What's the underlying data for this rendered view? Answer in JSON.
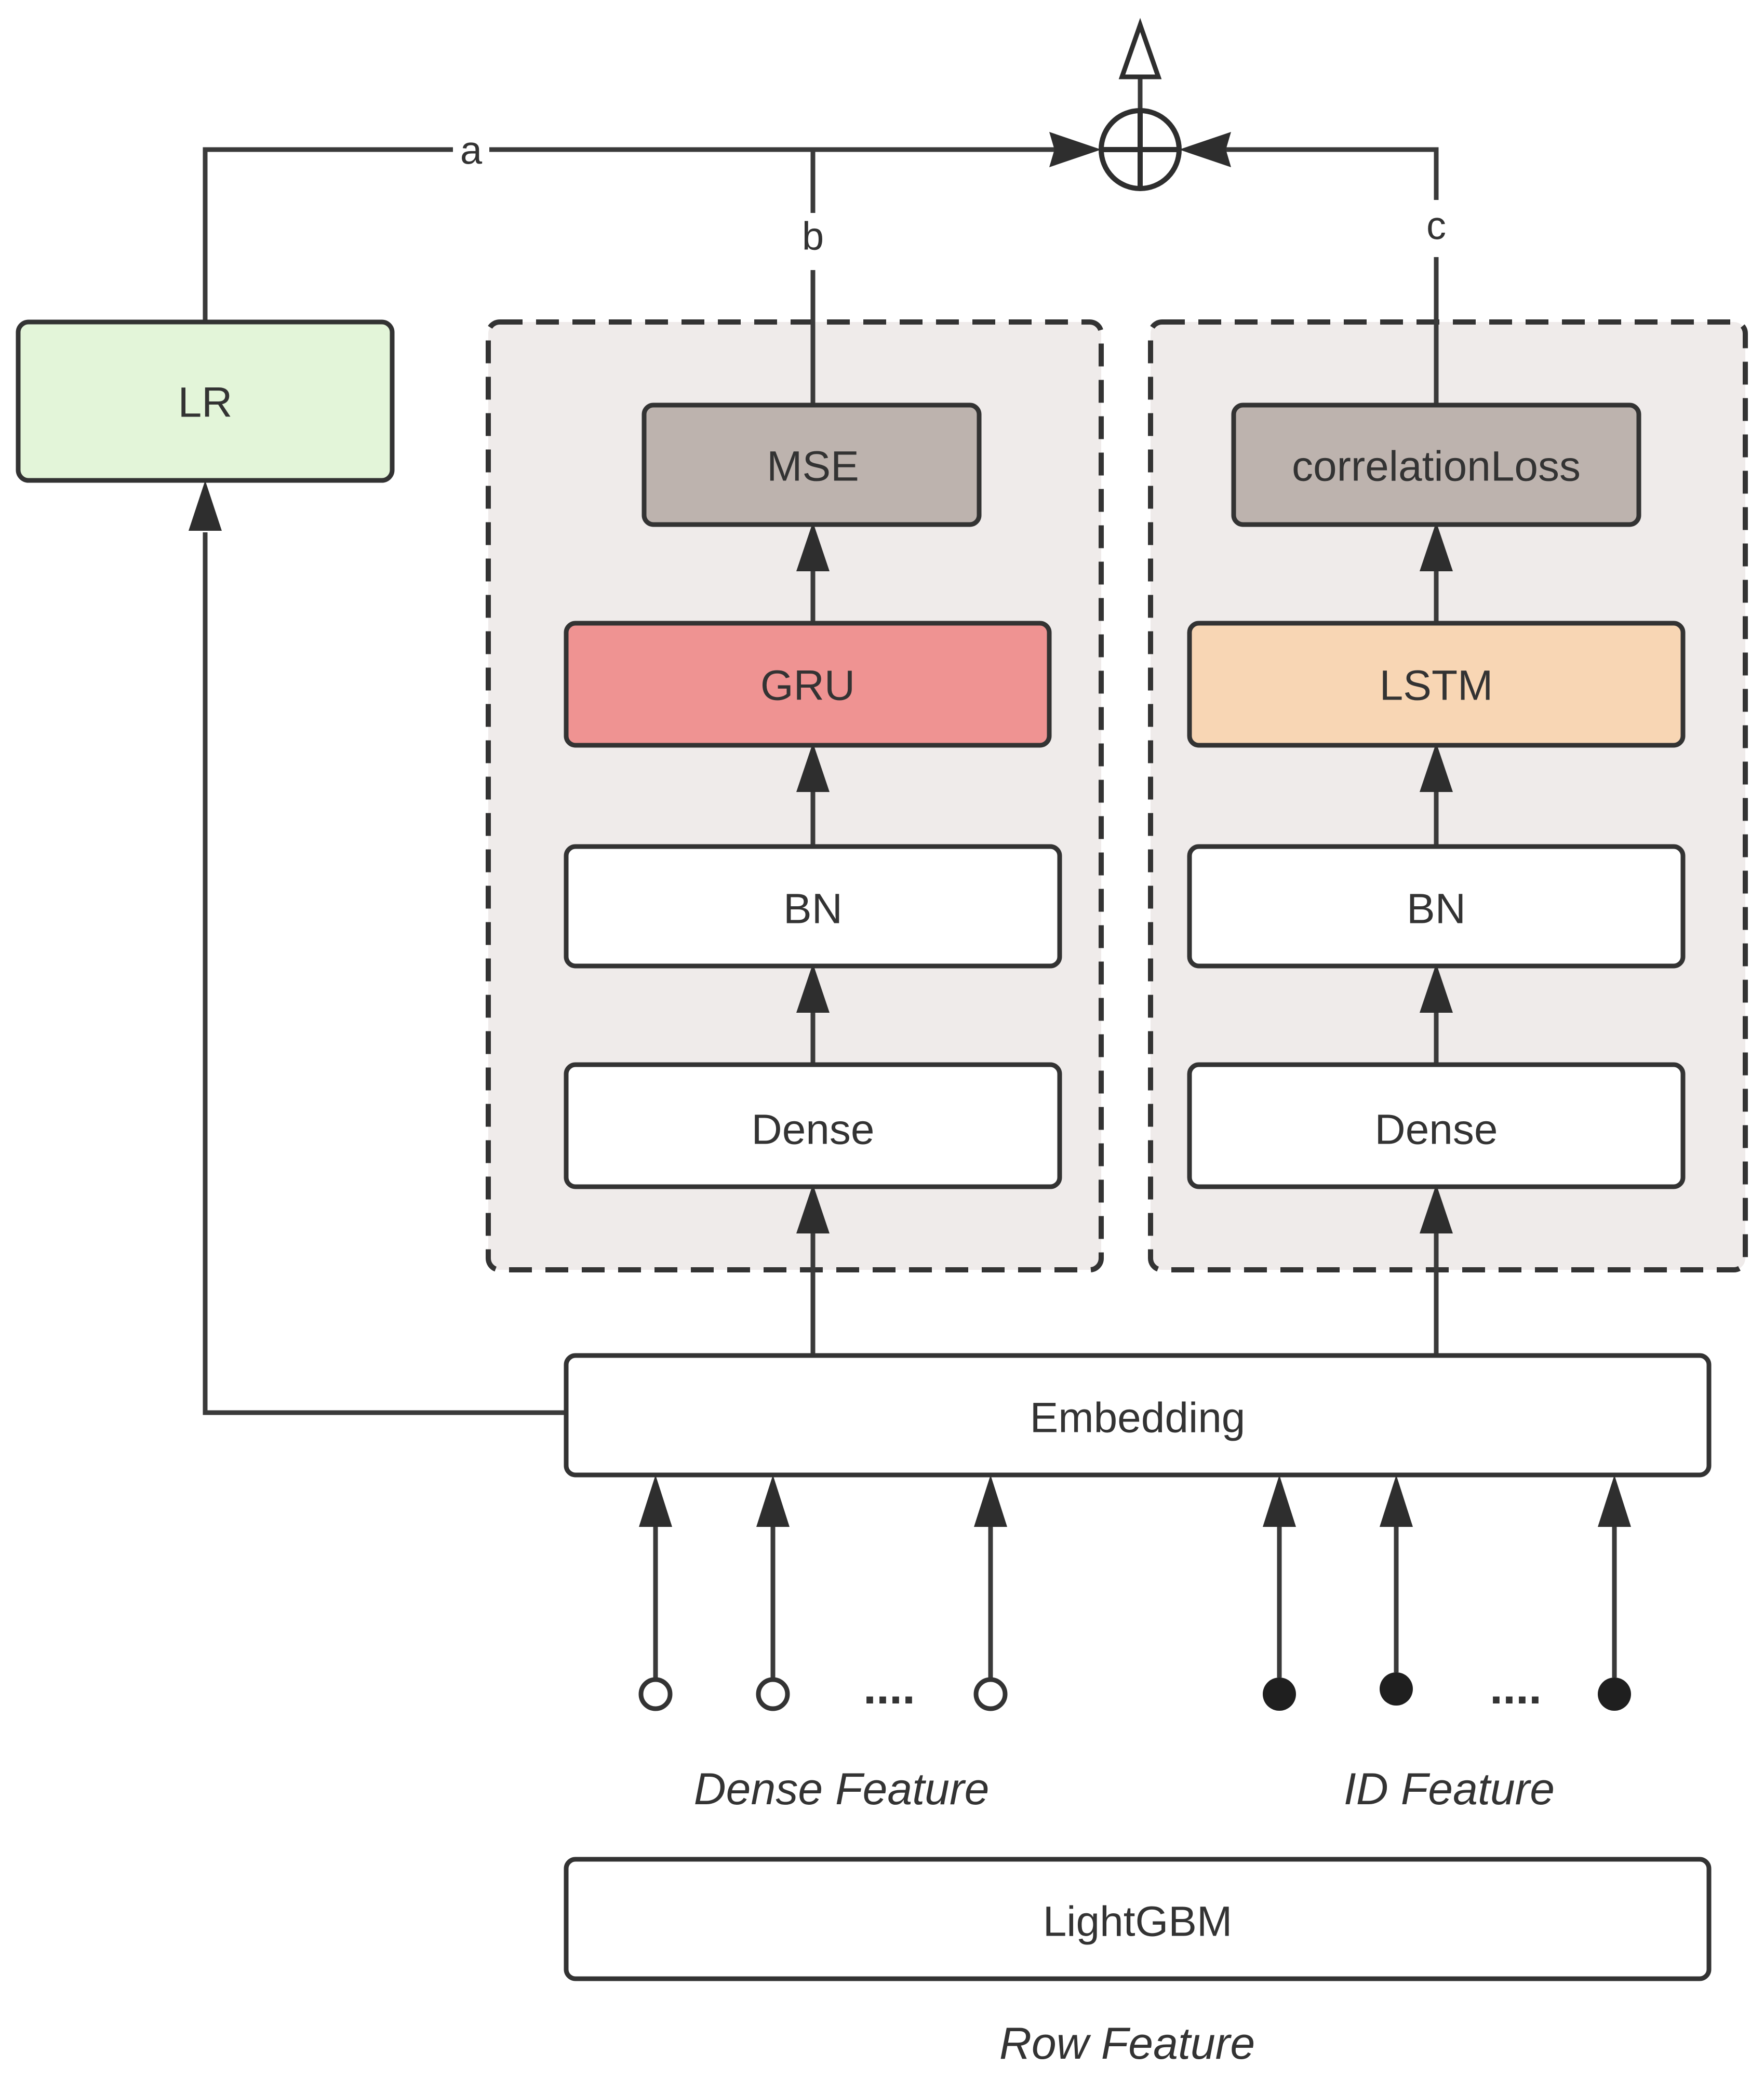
{
  "nodes": {
    "lr": "LR",
    "mse": "MSE",
    "gru": "GRU",
    "bn_left": "BN",
    "dense_left": "Dense",
    "correlation_loss": "correlationLoss",
    "lstm": "LSTM",
    "bn_right": "BN",
    "dense_right": "Dense",
    "embedding": "Embedding",
    "lightgbm": "LightGBM"
  },
  "edge_labels": {
    "a": "a",
    "b": "b",
    "c": "c"
  },
  "captions": {
    "dense_feature": "Dense Feature",
    "id_feature": "ID Feature",
    "row_feature": "Row Feature"
  },
  "ellipsis": "....",
  "colors": {
    "lr_fill": "#e3f5d9",
    "loss_fill": "#bdb3ae",
    "gru_fill": "#ef9392",
    "lstm_fill": "#f8d6b4",
    "group_fill": "#efebea",
    "plain_fill": "#ffffff",
    "stroke": "#333333"
  }
}
